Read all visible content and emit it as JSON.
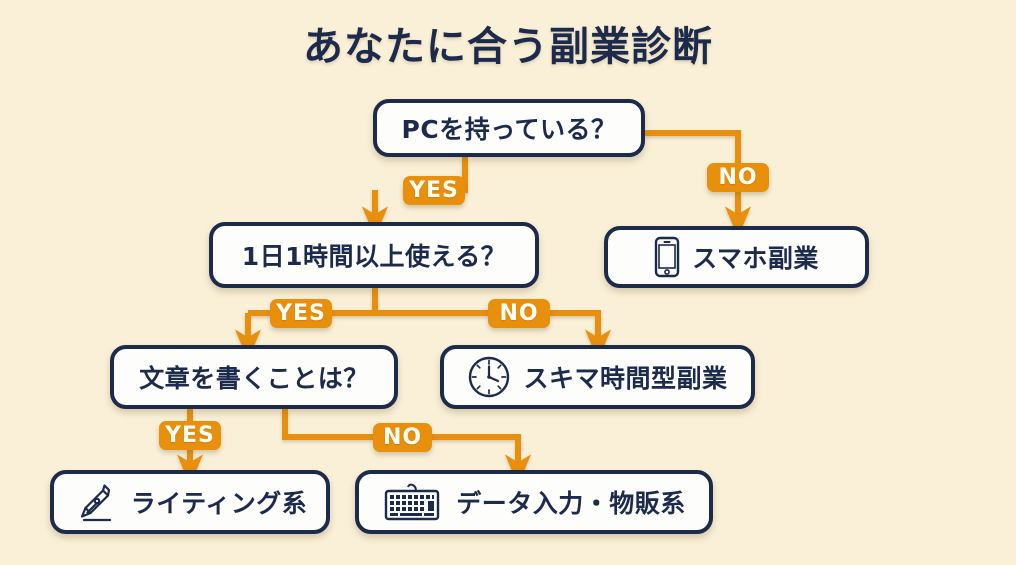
{
  "page": {
    "title": "あなたに合う副業診断",
    "background_color": "#faf0d7",
    "node_border_color": "#1c2b4b",
    "node_fill_color": "#fdfdfc",
    "accent_color": "#e8900c",
    "text_color": "#1c2b4b"
  },
  "nodes": {
    "q1": {
      "text": "PCを持っている？",
      "type": "decision"
    },
    "q2": {
      "text": "1日1時間以上使える？",
      "type": "decision"
    },
    "q3": {
      "text": "文章を書くことは？",
      "type": "decision"
    },
    "r_smartphone": {
      "text": "スマホ副業",
      "type": "result",
      "icon": "smartphone-icon"
    },
    "r_spare_time": {
      "text": "スキマ時間型副業",
      "type": "result",
      "icon": "clock-icon"
    },
    "r_writing": {
      "text": "ライティング系",
      "type": "result",
      "icon": "pen-nib-icon"
    },
    "r_data_entry": {
      "text": "データ入力・物販系",
      "type": "result",
      "icon": "keyboard-icon"
    }
  },
  "branches": {
    "q1_yes": "YES",
    "q1_no": "NO",
    "q2_yes": "YES",
    "q2_no": "NO",
    "q3_yes": "YES",
    "q3_no": "NO"
  },
  "flow": [
    {
      "from": "q1",
      "label": "YES",
      "to": "q2"
    },
    {
      "from": "q1",
      "label": "NO",
      "to": "r_smartphone"
    },
    {
      "from": "q2",
      "label": "YES",
      "to": "q3"
    },
    {
      "from": "q2",
      "label": "NO",
      "to": "r_spare_time"
    },
    {
      "from": "q3",
      "label": "YES",
      "to": "r_writing"
    },
    {
      "from": "q3",
      "label": "NO",
      "to": "r_data_entry"
    }
  ]
}
